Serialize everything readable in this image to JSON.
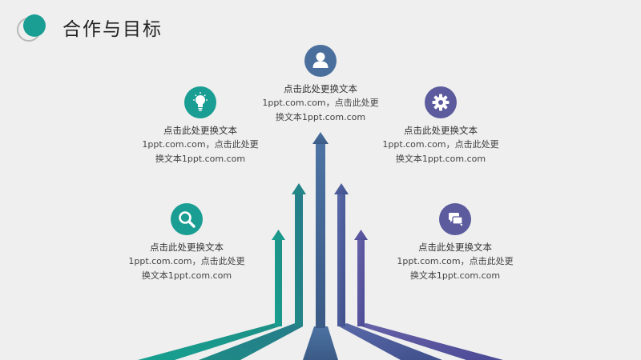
{
  "slide": {
    "title": "合作与目标"
  },
  "colors": {
    "teal": "#1a9e93",
    "blue": "#4a6f9c",
    "purple": "#5b5b9e"
  },
  "nodes": [
    {
      "id": "top",
      "icon": "user-icon",
      "heading": "点击此处更换文本",
      "line1": "1ppt.com.com，点击此处更",
      "line2": "换文本1ppt.com.com"
    },
    {
      "id": "left-mid",
      "icon": "lightbulb-icon",
      "heading": "点击此处更换文本",
      "line1": "1ppt.com.com，点击此处更",
      "line2": "换文本1ppt.com.com"
    },
    {
      "id": "right-mid",
      "icon": "gear-icon",
      "heading": "点击此处更换文本",
      "line1": "1ppt.com.com，点击此处更",
      "line2": "换文本1ppt.com.com"
    },
    {
      "id": "left-low",
      "icon": "search-icon",
      "heading": "点击此处更换文本",
      "line1": "1ppt.com.com，点击此处更",
      "line2": "换文本1ppt.com.com"
    },
    {
      "id": "right-low",
      "icon": "chat-icon",
      "heading": "点击此处更换文本",
      "line1": "1ppt.com.com，点击此处更",
      "line2": "换文本1ppt.com.com"
    }
  ]
}
